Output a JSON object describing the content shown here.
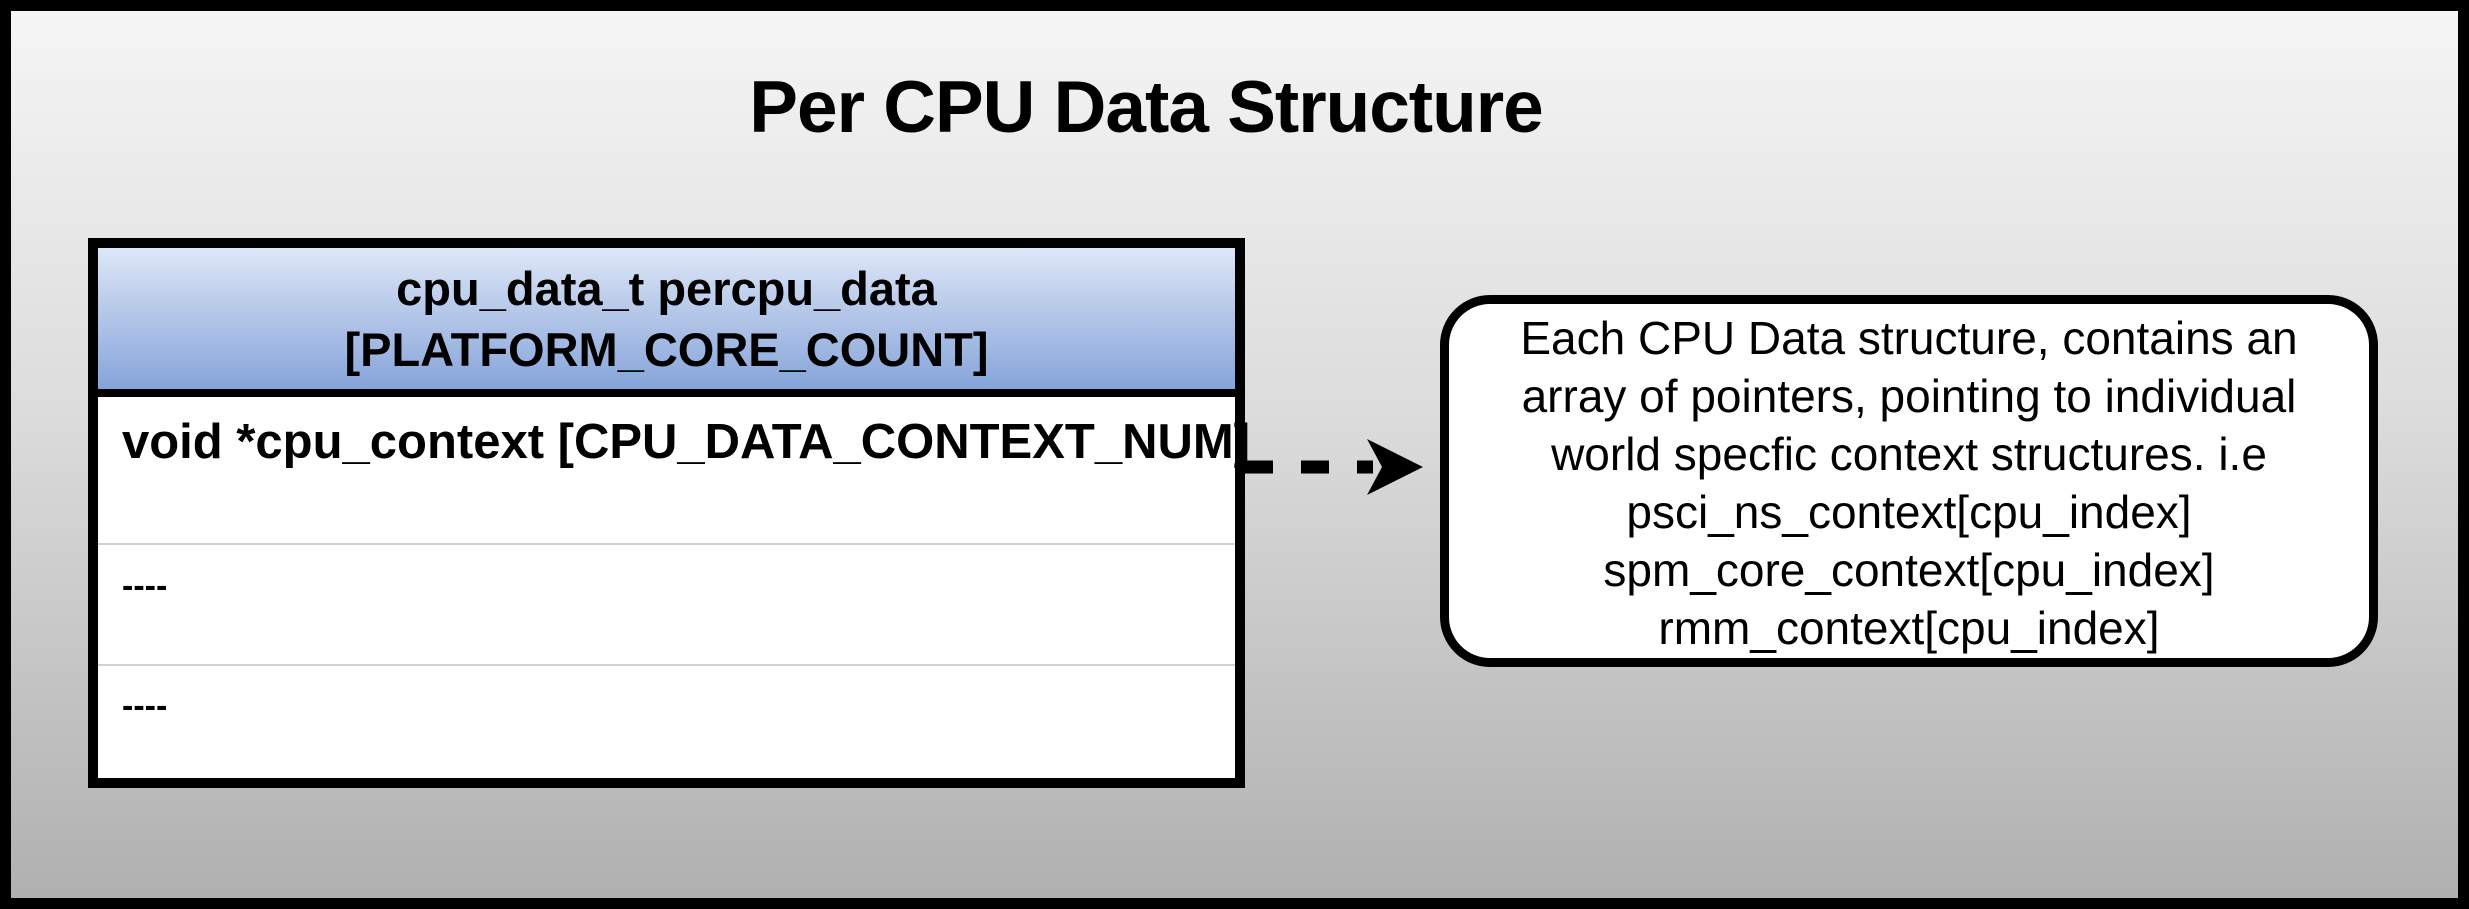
{
  "title": "Per CPU Data Structure",
  "table": {
    "header": {
      "line1": "cpu_data_t percpu_data",
      "line2": "[PLATFORM_CORE_COUNT]"
    },
    "rows": [
      {
        "text": "void *cpu_context [CPU_DATA_CONTEXT_NUM]"
      },
      {
        "text": "----"
      },
      {
        "text": "----"
      }
    ]
  },
  "arrow": {
    "style": "dashed",
    "direction": "right"
  },
  "callout": {
    "lines": [
      "Each CPU Data structure, contains an",
      "array of pointers, pointing to individual",
      "world specfic context structures. i.e",
      "psci_ns_context[cpu_index]",
      "spm_core_context[cpu_index]",
      "rmm_context[cpu_index]"
    ]
  },
  "colors": {
    "canvas_border": "#000000",
    "background_top": "#f5f5f5",
    "background_bottom": "#b0b0b0",
    "header_fill_top": "#dde7f7",
    "header_fill_bottom": "#86a4da",
    "box_fill": "#ffffff",
    "text": "#000000",
    "row_divider": "#d0d0d0",
    "arrow": "#000000"
  }
}
